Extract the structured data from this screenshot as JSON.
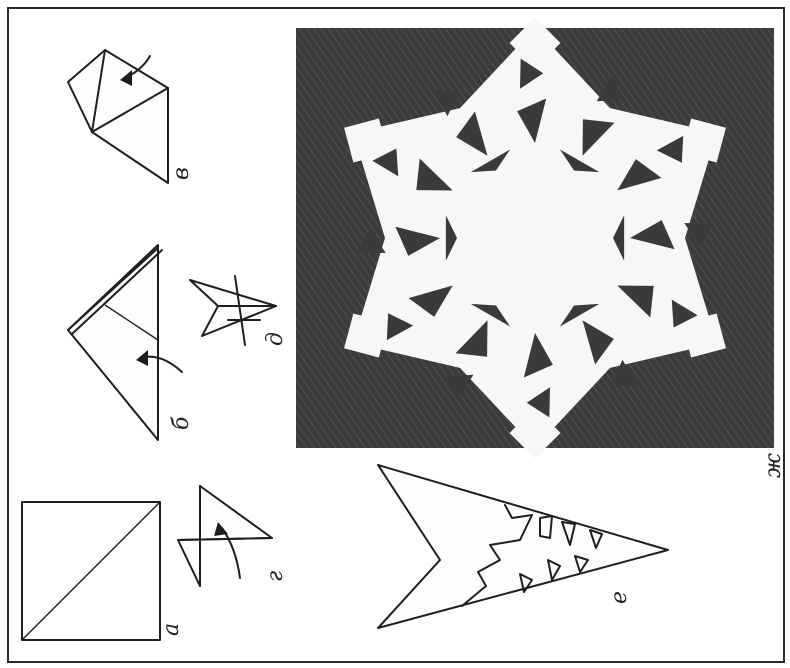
{
  "panels": {
    "a": {
      "label": "а"
    },
    "b": {
      "label": "б"
    },
    "v": {
      "label": "в"
    },
    "g": {
      "label": "г"
    },
    "d": {
      "label": "д"
    },
    "e": {
      "label": "е"
    },
    "zh": {
      "label": "ж"
    }
  },
  "colors": {
    "ink": "#1e1e1e",
    "photo_background": "#3a3a3a",
    "paper": "#fdfdfd"
  }
}
